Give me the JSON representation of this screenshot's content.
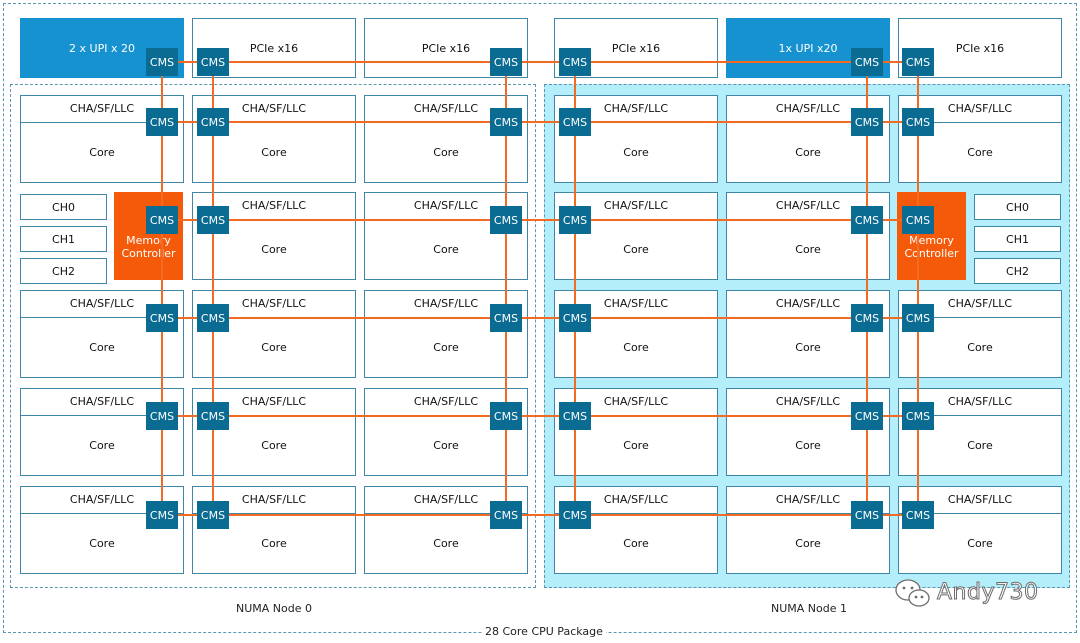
{
  "package_label": "28 Core CPU Package",
  "numa_labels": [
    "NUMA Node 0",
    "NUMA Node 1"
  ],
  "header_row": [
    {
      "label": "2 x UPI x 20",
      "kind": "upi"
    },
    {
      "label": "PCIe x16",
      "kind": "pcie"
    },
    {
      "label": "PCIe x16",
      "kind": "pcie"
    },
    {
      "label": "PCIe x16",
      "kind": "pcie"
    },
    {
      "label": "1x UPI x20",
      "kind": "upi"
    },
    {
      "label": "PCIe x16",
      "kind": "pcie"
    }
  ],
  "tile_top_label": "CHA/SF/LLC",
  "tile_bottom_label": "Core",
  "cms_label": "CMS",
  "memory_controller": {
    "line1": "Memory",
    "line2": "Controller"
  },
  "channels": [
    "CH0",
    "CH1",
    "CH2"
  ],
  "watermark": "Andy730",
  "colors": {
    "upi_blue": "#1592cf",
    "cms_blue": "#0a6c93",
    "interconnect_orange": "#f36a22",
    "memory_controller_orange": "#f55a0b",
    "numa1_fill": "#b4eefa",
    "tile_border": "#3f86a8"
  }
}
